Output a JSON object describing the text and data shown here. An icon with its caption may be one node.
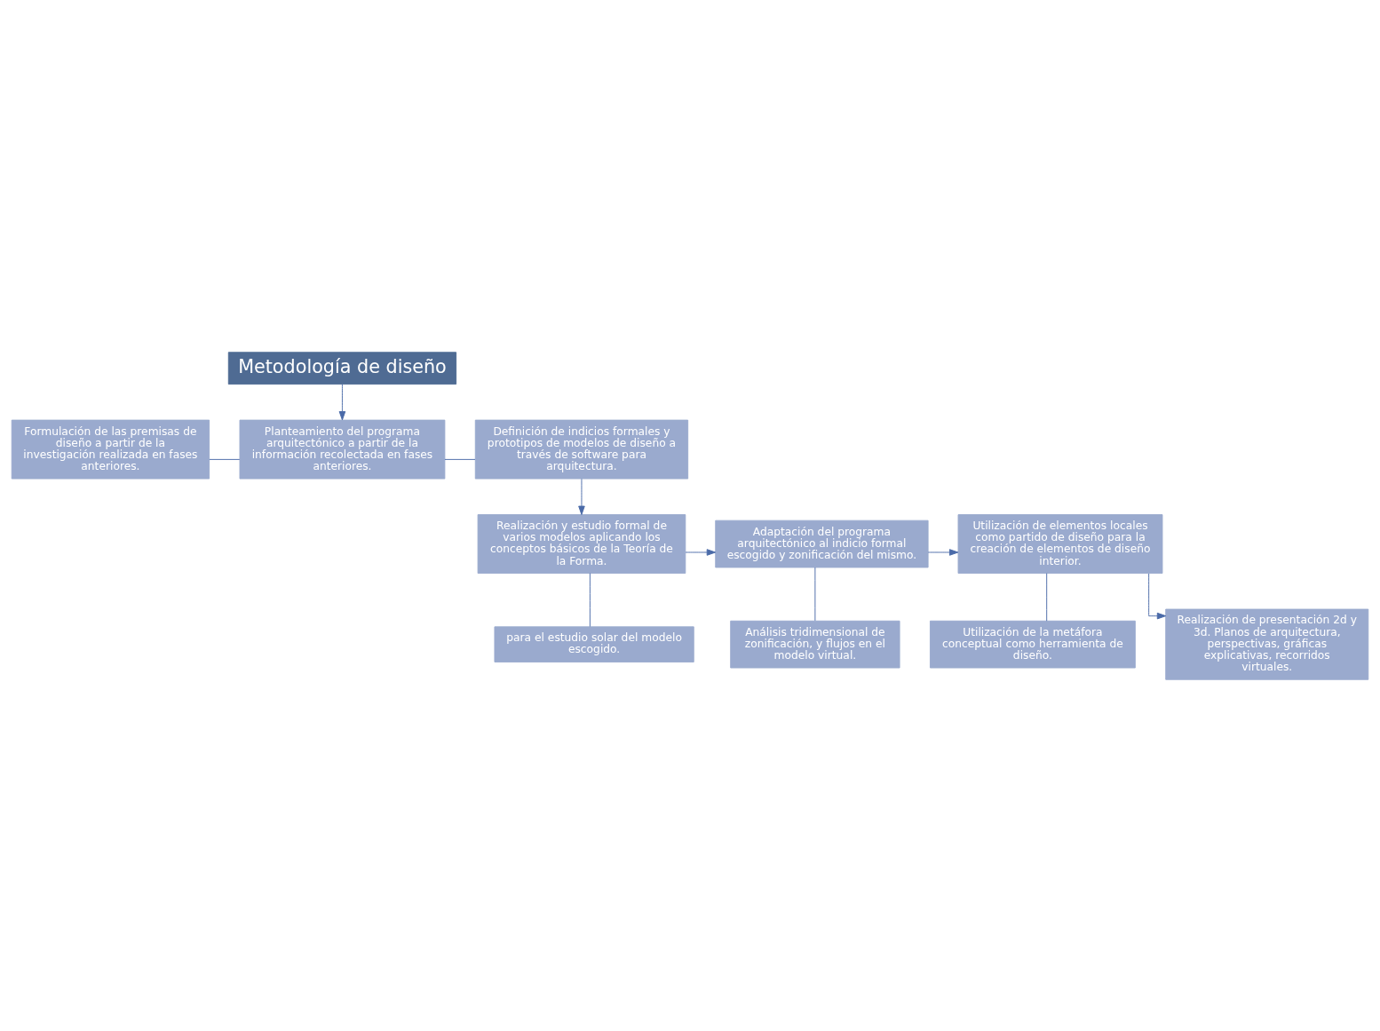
{
  "diagram": {
    "nodes": [
      {
        "text": [
          "Metodología de diseño"
        ]
      },
      {
        "text": [
          "Formulación de las premisas de diseño a partir de la investigación realizada en fases anteriores."
        ]
      },
      {
        "text": [
          "Planteamiento del programa arquitectónico a partir de la información recolectada en fases anteriores."
        ]
      },
      {
        "text": [
          "Definición de indicios formales y prototipos de modelos de diseño a través de software para arquitectura."
        ]
      },
      {
        "text": [
          "Realización y estudio formal de varios modelos aplicando los conceptos básicos de la Teoría de la Forma."
        ]
      },
      {
        "text": [
          "Adaptación del programa arquitectónico al indicio formal escogido y zonificación del mismo."
        ]
      },
      {
        "text": [
          "Utilización de elementos locales como partido de diseño para la creación de elementos de diseño interior."
        ]
      },
      {
        "text": [
          "para el estudio solar del modelo escogido."
        ]
      },
      {
        "text": [
          "Análisis tridimensional de zonificación, y flujos en el modelo virtual."
        ]
      },
      {
        "text": [
          "Utilización de la metáfora conceptual como herramienta de diseño."
        ]
      },
      {
        "text": [
          "Realización de presentación 2d y 3d. Planos de arquitectura, perspectivas, gráficas explicativas, recorridos virtuales."
        ]
      }
    ],
    "edges": [
      {
        "from": 0,
        "to": 2,
        "arrow": "to"
      },
      {
        "from": 1,
        "to": 2,
        "arrow": "none"
      },
      {
        "from": 2,
        "to": 3,
        "arrow": "none"
      },
      {
        "from": 3,
        "to": 4,
        "arrow": "to"
      },
      {
        "from": 4,
        "to": 5,
        "arrow": "to"
      },
      {
        "from": 5,
        "to": 6,
        "arrow": "to"
      },
      {
        "from": 6,
        "to": 10,
        "arrow": "to"
      },
      {
        "from": 4,
        "to": 7,
        "arrow": "none"
      },
      {
        "from": 5,
        "to": 8,
        "arrow": "none"
      },
      {
        "from": 6,
        "to": 9,
        "arrow": "none"
      }
    ]
  }
}
